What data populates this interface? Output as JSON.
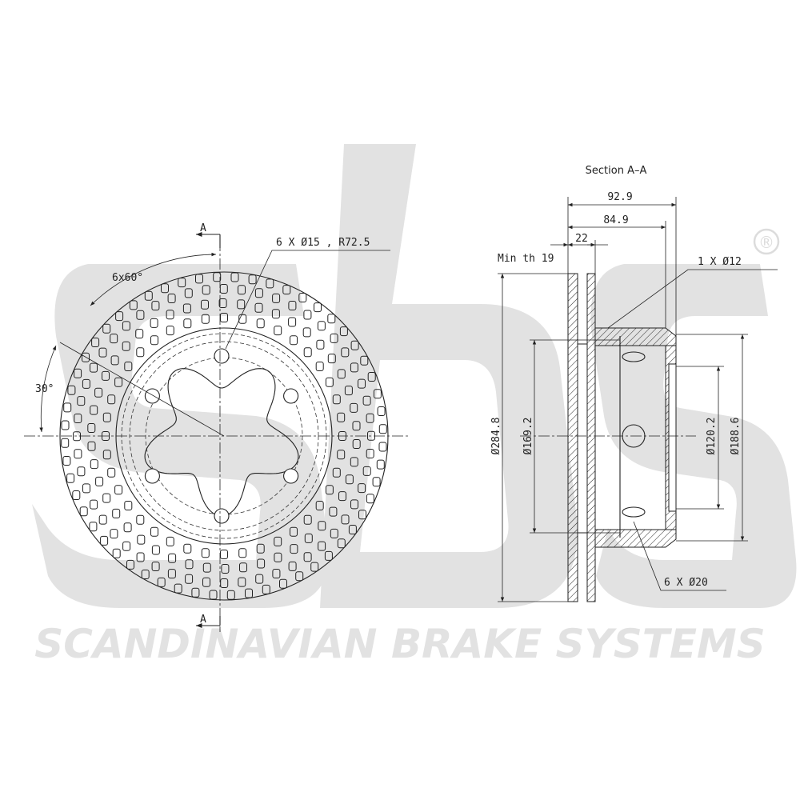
{
  "brand": {
    "logo_text": "sbs",
    "registered_mark": "®",
    "tagline": "SCANDINAVIAN BRAKE SYSTEMS",
    "watermark_color": "#e2e2e2"
  },
  "front_view": {
    "section_marker_top": "A",
    "section_marker_bottom": "A",
    "bolt_callout": "6 X Ø15 , R72.5",
    "angle_pitch": "6x60°",
    "angle_offset": "30°"
  },
  "section_view": {
    "title": "Section A–A",
    "dim_total_height": "92.9",
    "dim_hat_height": "84.9",
    "dim_thickness": "22",
    "min_thickness": "Min th 19",
    "small_hole": "1 X Ø12",
    "vent_holes": "6 X Ø20",
    "dia_outer": "Ø284.8",
    "dia_inner_ring": "Ø169.2",
    "dia_center_bore": "Ø120.2",
    "dia_hat": "Ø188.6"
  },
  "colors": {
    "line": "#222222",
    "background": "#ffffff"
  }
}
